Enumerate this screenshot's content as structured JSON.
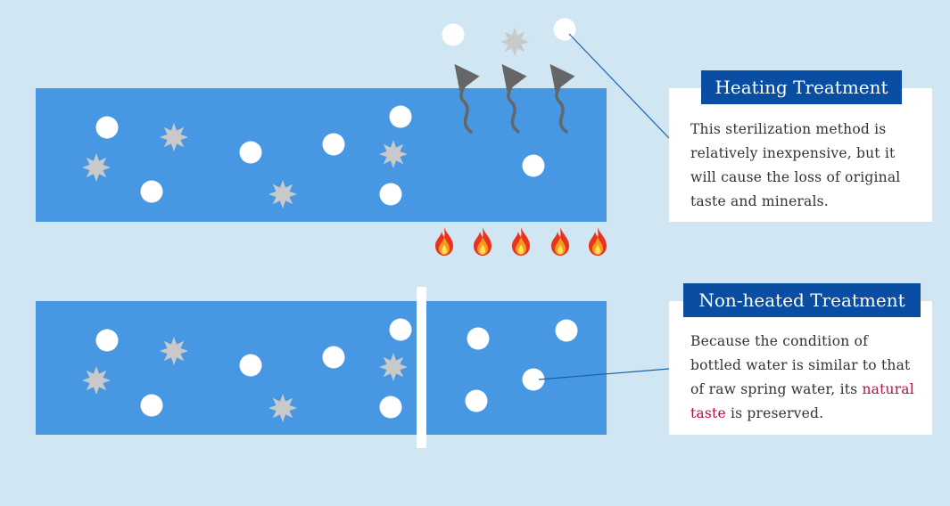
{
  "colors": {
    "background": "#d0e7f3",
    "water": "#4797e3",
    "title_bg": "#0a4ea3",
    "highlight": "#b5123c",
    "germ": "#c9c9c9",
    "arrow": "#666666",
    "leader_line": "#1a5fa8"
  },
  "icons": {
    "mineral": "white-circle-icon",
    "germ": "gray-starburst-icon",
    "heat": "flame-icon",
    "steam": "wavy-arrow-icon",
    "filter": "filter-membrane"
  },
  "heating": {
    "title": "Heating Treatment",
    "body": "This sterilization method is relatively inexpensive, but it will cause the loss of original taste and minerals."
  },
  "non_heated": {
    "title": "Non-heated Treatment",
    "body_before": "Because the condition of bottled water is similar to that of raw spring water, its ",
    "body_highlight": "natural taste",
    "body_after": " is preserved."
  }
}
